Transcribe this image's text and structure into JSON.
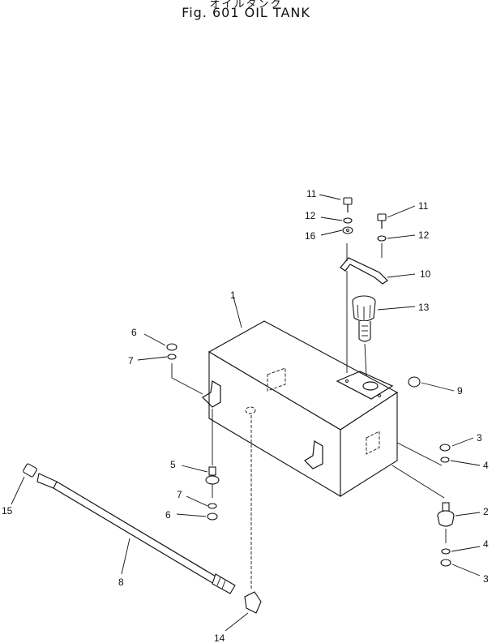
{
  "figure": {
    "title_jp": "オイルタンク",
    "title_en": "Fig. 601  OIL  TANK"
  },
  "callouts": [
    {
      "id": "1",
      "text": "1"
    },
    {
      "id": "2",
      "text": "2"
    },
    {
      "id": "3a",
      "text": "3"
    },
    {
      "id": "3b",
      "text": "3"
    },
    {
      "id": "4a",
      "text": "4"
    },
    {
      "id": "4b",
      "text": "4"
    },
    {
      "id": "5",
      "text": "5"
    },
    {
      "id": "6a",
      "text": "6"
    },
    {
      "id": "6b",
      "text": "6"
    },
    {
      "id": "7a",
      "text": "7"
    },
    {
      "id": "7b",
      "text": "7"
    },
    {
      "id": "8",
      "text": "8"
    },
    {
      "id": "9",
      "text": "9"
    },
    {
      "id": "10",
      "text": "10"
    },
    {
      "id": "11a",
      "text": "11"
    },
    {
      "id": "11b",
      "text": "11"
    },
    {
      "id": "12a",
      "text": "12"
    },
    {
      "id": "12b",
      "text": "12"
    },
    {
      "id": "13",
      "text": "13"
    },
    {
      "id": "14",
      "text": "14"
    },
    {
      "id": "15",
      "text": "15"
    },
    {
      "id": "16",
      "text": "16"
    }
  ]
}
